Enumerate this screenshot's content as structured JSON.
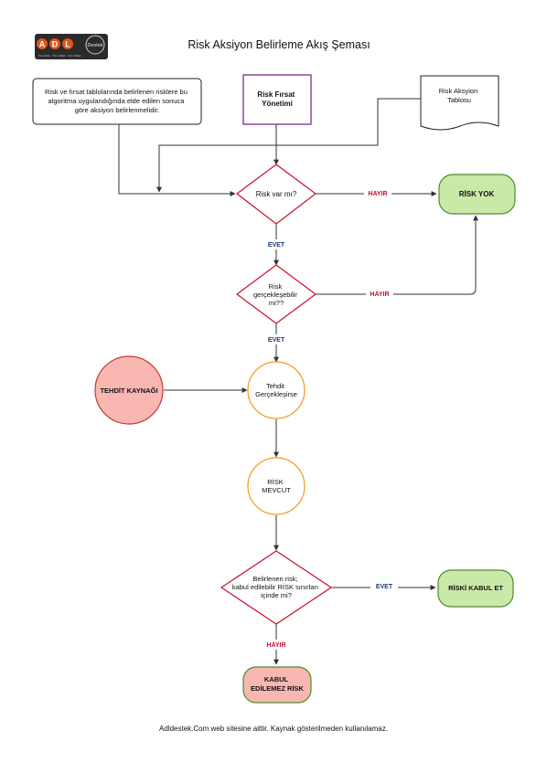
{
  "logo": {
    "letters": [
      "A",
      "D",
      "L"
    ],
    "word": "Destek",
    "tagline": "ISO 9001 · ISO 14001 · ISO 45001"
  },
  "title": "Risk Aksiyon Belirleme Akış Şeması",
  "nodes": {
    "note": [
      "Risk ve fırsat tablolarında belirlenen risklere bu",
      "algoritma uygulandığında elde edilen sonuca",
      "göre aksiyon belirlenmelidir."
    ],
    "rfy": [
      "Risk Fırsat",
      "Yönetimi"
    ],
    "doc": [
      "Risk Aksyion",
      "Tablosu"
    ],
    "d1": [
      "Risk var mı?"
    ],
    "riskyok": [
      "RİSK YOK"
    ],
    "d2": [
      "Risk",
      "gerçekleşebilir",
      "mi??"
    ],
    "tehdit_kaynagi": [
      "TEHDİT KAYNAĞI"
    ],
    "tehdit": [
      "Tehdit",
      "Gerçekleşirse"
    ],
    "mevcut": [
      "RİSK",
      "MEVCUT"
    ],
    "d3": [
      "Belirlenen risk;",
      "kabul edilebilir RİSK sınırları",
      "içinde mi?"
    ],
    "kabul": [
      "RİSKİ KABUL ET"
    ],
    "kabul_edilemez": [
      "KABUL",
      "EDİLEMEZ RİSK"
    ]
  },
  "edge_labels": {
    "d1_no": "HAYIR",
    "d1_yes": "EVET",
    "d2_no": "HAYIR",
    "d2_yes": "EVET",
    "d3_yes": "EVET",
    "d3_no": "HAYIR"
  },
  "footer": "Adldestek.Com web sitesine aittir. Kaynak gösterilmeden kullanılamaz.",
  "colors": {
    "purple": "#7b2d8e",
    "red": "#c8102e",
    "green_fill": "#c9e9a8",
    "green_stroke": "#4f8a2e",
    "orange": "#f39a1c",
    "pink_fill": "#f8b7b0",
    "pink_stroke": "#c23b3b",
    "evet": "#1f3a7a",
    "hayir": "#c8102e",
    "line": "#333333"
  }
}
